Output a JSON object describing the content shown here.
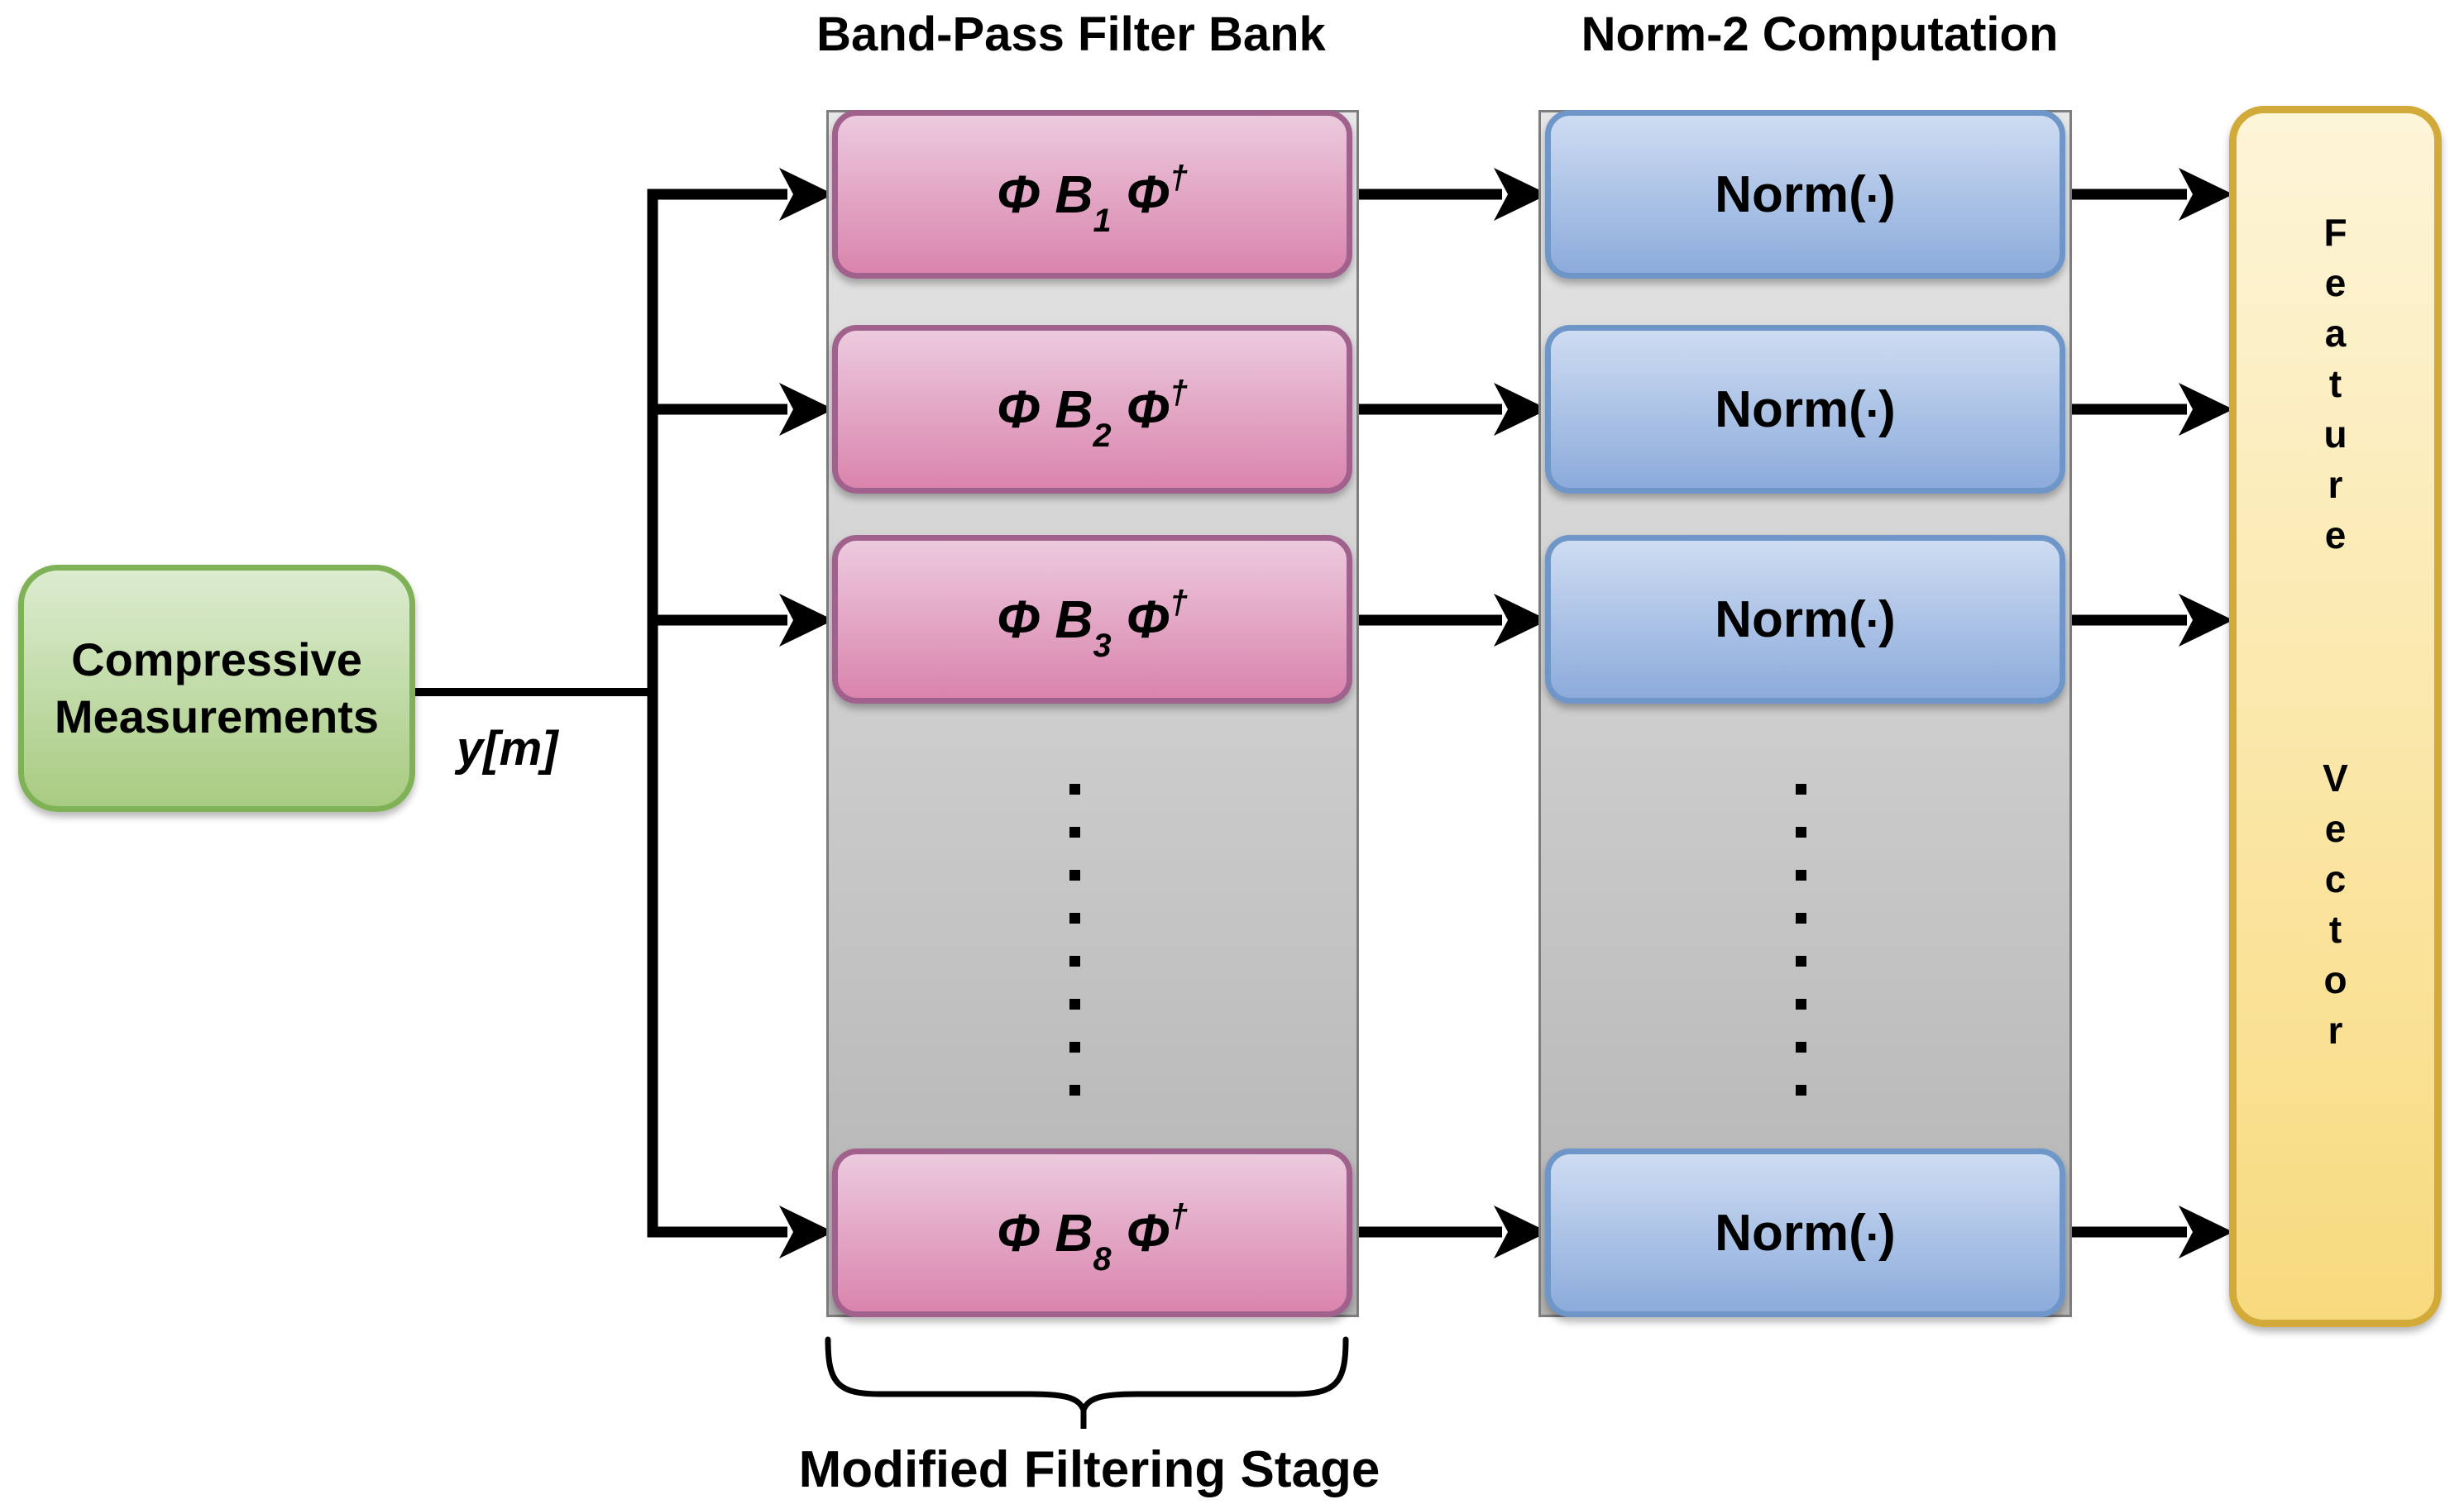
{
  "titles": {
    "filter_bank": "Band-Pass Filter Bank",
    "norm": "Norm-2 Computation"
  },
  "source_box": {
    "line1": "Compressive",
    "line2": "Measurements"
  },
  "signal_label": "y[m]",
  "filter_bank": {
    "rows": [
      {
        "prefix": "Φ B",
        "index": "1",
        "suffix": " Φ",
        "dagger": "†"
      },
      {
        "prefix": "Φ B",
        "index": "2",
        "suffix": " Φ",
        "dagger": "†"
      },
      {
        "prefix": "Φ B",
        "index": "3",
        "suffix": " Φ",
        "dagger": "†"
      },
      {
        "prefix": "Φ B",
        "index": "8",
        "suffix": " Φ",
        "dagger": "†"
      }
    ]
  },
  "norm_stage": {
    "rows": [
      {
        "prefix": "Norm(",
        "dot": "▪",
        "suffix": ")"
      },
      {
        "prefix": "Norm(",
        "dot": "▪",
        "suffix": ")"
      },
      {
        "prefix": "Norm(",
        "dot": "▪",
        "suffix": ")"
      },
      {
        "prefix": "Norm(",
        "dot": "▪",
        "suffix": ")"
      }
    ]
  },
  "feature_vector": {
    "word1": "Feature",
    "word2": "Vector"
  },
  "caption": "Modified Filtering Stage",
  "colors": {
    "background": "#ffffff",
    "text": "#000000",
    "line": "#000000",
    "green_top": "#dcecd0",
    "green_bottom": "#a8cb81",
    "green_border": "#7fb257",
    "pink_top": "#eccade",
    "pink_bottom": "#da84ad",
    "pink_border": "#a0618d",
    "blue_top": "#cedcf2",
    "blue_bottom": "#8cabdb",
    "blue_border": "#6f96c9",
    "gold_top": "#fdf5d8",
    "gold_bottom": "#f8da7e",
    "gold_border": "#d2aa3a",
    "gray_top": "#e7e7e7",
    "gray_bottom": "#b3b3b3",
    "gray_border": "#7d7d7d"
  }
}
